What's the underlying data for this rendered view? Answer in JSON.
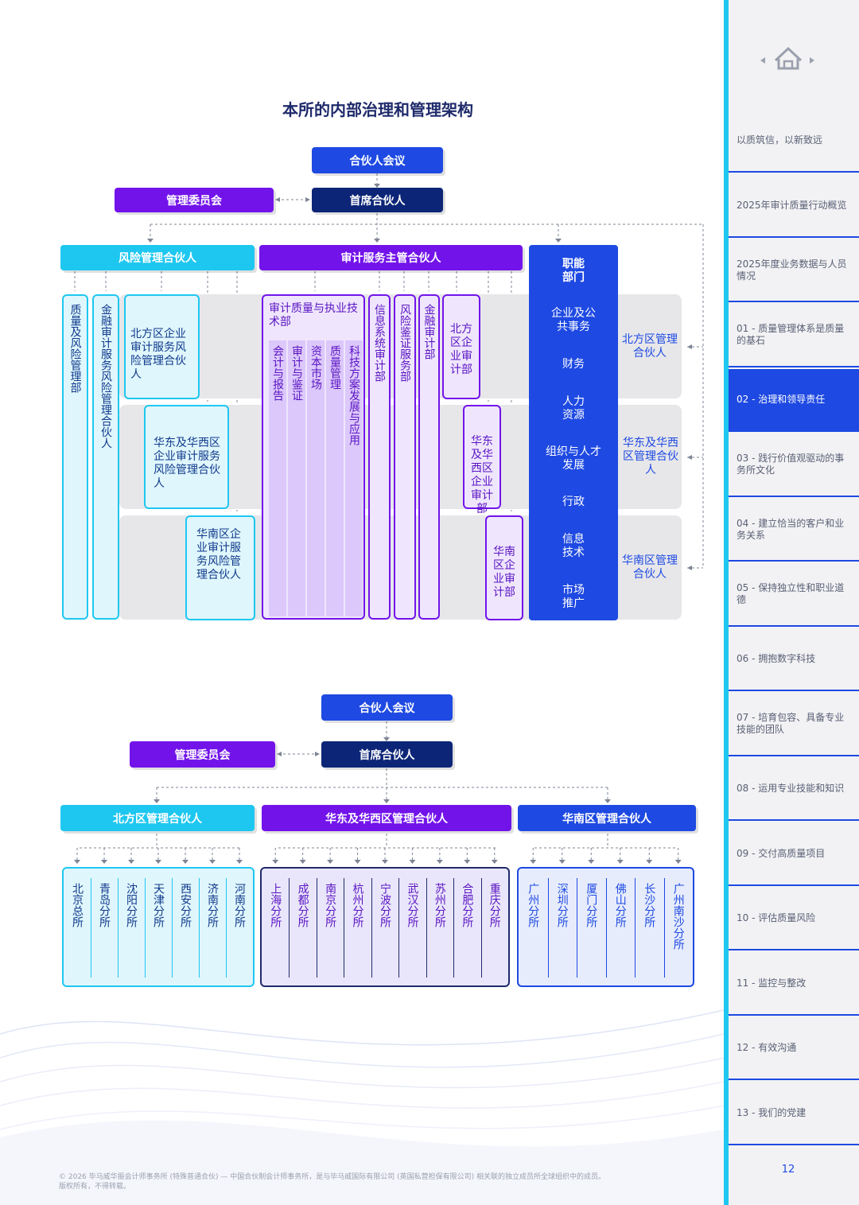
{
  "title": "本所的内部治理和管理架构",
  "chart1": {
    "partner_meeting": "合伙人会议",
    "management_committee": "管理委员会",
    "chief_partner": "首席合伙人",
    "risk_partner": "风险管理合伙人",
    "audit_partner": "审计服务主管合伙人",
    "quality_risk_dept": "质量及风险管理部",
    "financial_audit_risk_partner": "金融审计服务风险管理合伙人",
    "north_risk_partner": "北方区企业审计服务风险管理合伙人",
    "east_west_risk_partner": "华东及华西区企业审计服务风险管理合伙人",
    "south_risk_partner": "华南区企业审计服务风险管理合伙人",
    "quality_tech_dept": "审计质量与执业技术部",
    "sub_accounting": "会计与报告",
    "sub_audit": "审计与鉴证",
    "sub_capital": "资本市场",
    "sub_quality": "质量管理",
    "sub_tech": "科技方案发展与应用",
    "it_audit": "信息系统审计部",
    "risk_assurance": "风险鉴证服务部",
    "financial_audit": "金融审计部",
    "north_audit": "北方区企业审计部",
    "east_west_audit": "华东及华西区企业审计部",
    "south_audit": "华南区企业审计部",
    "func_title": "职能部门",
    "func_items": [
      "企业及公共事务",
      "财务",
      "人力资源",
      "组织与人才发展",
      "行政",
      "信息技术",
      "市场推广"
    ],
    "north_mgmt": "北方区管理合伙人",
    "east_west_mgmt": "华东及华西区管理合伙人",
    "south_mgmt": "华南区管理合伙人"
  },
  "chart2": {
    "partner_meeting": "合伙人会议",
    "management_committee": "管理委员会",
    "chief_partner": "首席合伙人",
    "north_mgmt": "北方区管理合伙人",
    "east_west_mgmt": "华东及华西区管理合伙人",
    "south_mgmt": "华南区管理合伙人",
    "north_branches": [
      "北京总所",
      "青岛分所",
      "沈阳分所",
      "天津分所",
      "西安分所",
      "济南分所",
      "河南分所"
    ],
    "east_branches": [
      "上海分所",
      "成都分所",
      "南京分所",
      "杭州分所",
      "宁波分所",
      "武汉分所",
      "苏州分所",
      "合肥分所",
      "重庆分所"
    ],
    "south_branches": [
      "广州分所",
      "深圳分所",
      "厦门分所",
      "佛山分所",
      "长沙分所",
      "广州南沙分所"
    ]
  },
  "sidebar": {
    "items": [
      "以质筑信，以新致远",
      "2025年审计质量行动概览",
      "2025年度业务数据与人员情况",
      "01 - 质量管理体系是质量的基石",
      "02 - 治理和领导责任",
      "03 - 践行价值观驱动的事务所文化",
      "04 - 建立恰当的客户和业务关系",
      "05 - 保持独立性和职业道德",
      "06 - 拥抱数字科技",
      "07 - 培育包容、具备专业技能的团队",
      "08 - 运用专业技能和知识",
      "09 - 交付高质量项目",
      "10 - 评估质量风险",
      "11 - 监控与整改",
      "12 - 有效沟通",
      "13 - 我们的党建"
    ],
    "active_index": 4,
    "page_number": "12"
  },
  "footer": {
    "line1": "© 2026 毕马威华振会计师事务所 (特殊普通合伙) — 中国合伙制会计师事务所，是与毕马威国际有限公司 (英国私营担保有限公司) 相关联的独立成员所全球组织中的成员。",
    "line2": "版权所有，不得转载。"
  },
  "colors": {
    "blue": "#1e49e2",
    "navy": "#0c2577",
    "purple": "#7213ea",
    "cyan": "#1ec7f0"
  }
}
